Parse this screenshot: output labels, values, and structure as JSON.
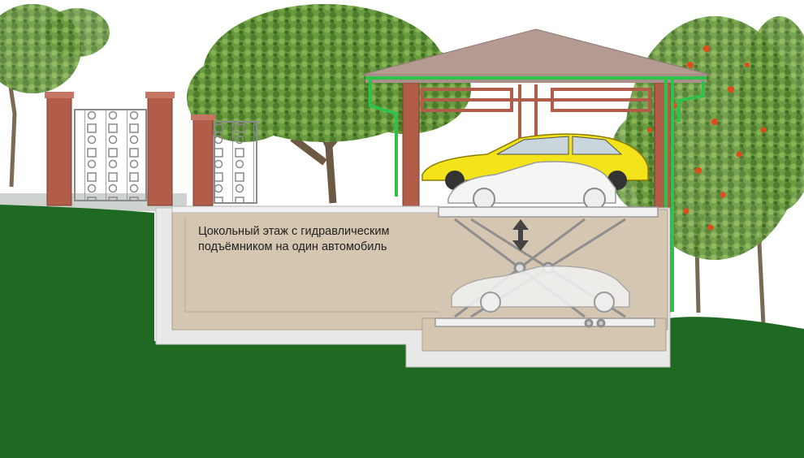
{
  "caption": {
    "line1": "Цокольный этаж с гидравлическим",
    "line2": "подъёмником на один автомобиль"
  },
  "colors": {
    "grass": "#1e6a22",
    "basement_fill": "#d4c6b0",
    "foundation": "#e8e8e8",
    "brick_pillar": "#b25d4a",
    "roof": "#b59a92",
    "gutter": "#2ec24a",
    "car_yellow": "#f3e31a",
    "tree_green": "#5e8e3a",
    "rowan_berries": "#e24a1c"
  },
  "icons": {
    "lift_direction": "double-arrow-vertical"
  }
}
